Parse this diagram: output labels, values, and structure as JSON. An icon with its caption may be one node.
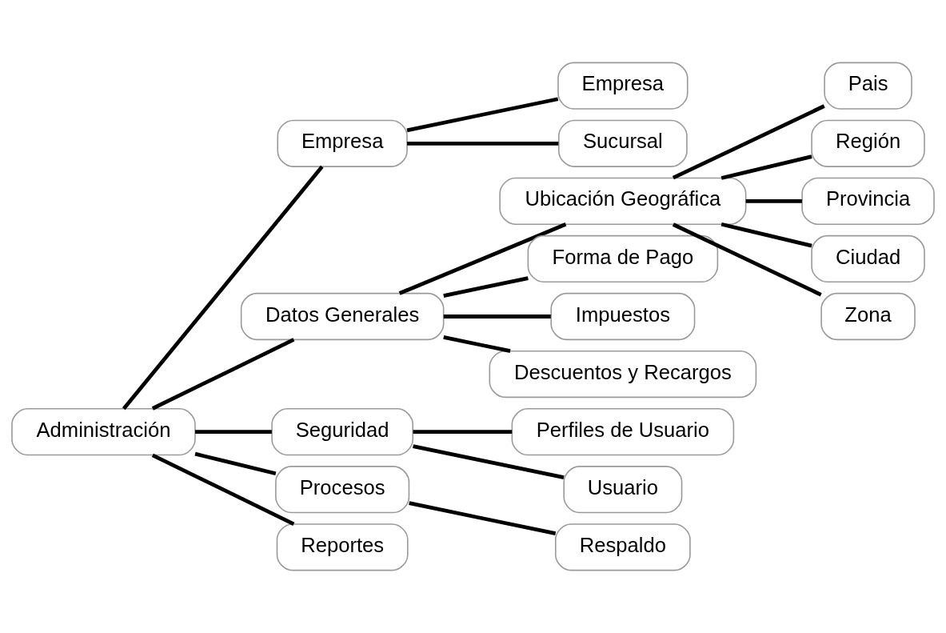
{
  "diagram": {
    "nodes": [
      {
        "text": [
          "Administración"
        ]
      },
      {
        "text": [
          "Empresa"
        ]
      },
      {
        "text": [
          "Empresa"
        ]
      },
      {
        "text": [
          "Sucursal"
        ]
      },
      {
        "text": [
          "Datos Generales"
        ]
      },
      {
        "text": [
          "Ubicación Geográfica"
        ]
      },
      {
        "text": [
          "Pais"
        ]
      },
      {
        "text": [
          "Región"
        ]
      },
      {
        "text": [
          "Provincia"
        ]
      },
      {
        "text": [
          "Ciudad"
        ]
      },
      {
        "text": [
          "Zona"
        ]
      },
      {
        "text": [
          "Forma de Pago"
        ]
      },
      {
        "text": [
          "Impuestos"
        ]
      },
      {
        "text": [
          "Descuentos y Recargos"
        ]
      },
      {
        "text": [
          "Seguridad"
        ]
      },
      {
        "text": [
          "Perfiles de Usuario"
        ]
      },
      {
        "text": [
          "Usuario"
        ]
      },
      {
        "text": [
          "Procesos"
        ]
      },
      {
        "text": [
          "Respaldo"
        ]
      },
      {
        "text": [
          "Reportes"
        ]
      }
    ],
    "edges": [
      {
        "from": 0,
        "to": 1,
        "arrow": "none"
      },
      {
        "from": 1,
        "to": 2,
        "arrow": "none"
      },
      {
        "from": 1,
        "to": 3,
        "arrow": "none"
      },
      {
        "from": 0,
        "to": 4,
        "arrow": "none"
      },
      {
        "from": 4,
        "to": 5,
        "arrow": "none"
      },
      {
        "from": 5,
        "to": 6,
        "arrow": "none"
      },
      {
        "from": 5,
        "to": 7,
        "arrow": "none"
      },
      {
        "from": 5,
        "to": 8,
        "arrow": "none"
      },
      {
        "from": 5,
        "to": 9,
        "arrow": "none"
      },
      {
        "from": 5,
        "to": 10,
        "arrow": "none"
      },
      {
        "from": 4,
        "to": 11,
        "arrow": "none"
      },
      {
        "from": 4,
        "to": 12,
        "arrow": "none"
      },
      {
        "from": 4,
        "to": 13,
        "arrow": "none"
      },
      {
        "from": 0,
        "to": 14,
        "arrow": "none"
      },
      {
        "from": 14,
        "to": 15,
        "arrow": "none"
      },
      {
        "from": 14,
        "to": 16,
        "arrow": "none"
      },
      {
        "from": 0,
        "to": 17,
        "arrow": "none"
      },
      {
        "from": 17,
        "to": 18,
        "arrow": "none"
      },
      {
        "from": 0,
        "to": 19,
        "arrow": "none"
      }
    ]
  }
}
